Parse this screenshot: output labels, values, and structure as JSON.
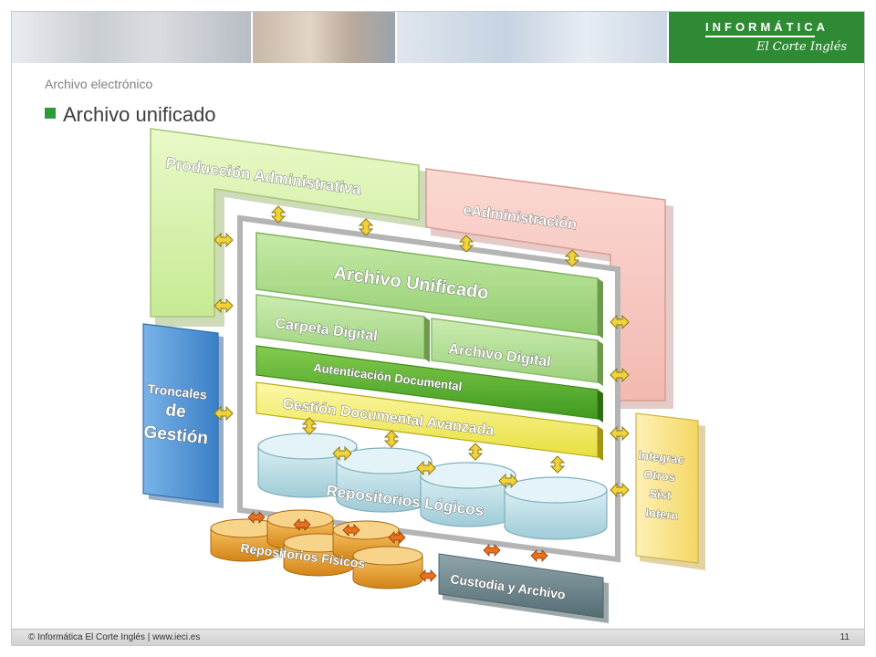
{
  "header": {
    "brand_top": "INFORMÁTICA",
    "brand_bottom": "El Corte Inglés"
  },
  "breadcrumb": "Archivo electrónico",
  "title": "Archivo unificado",
  "diagram": {
    "produccion": "Producción Administrativa",
    "eadmin": "eAdministración",
    "archivo_unificado": "Archivo Unificado",
    "carpeta_digital": "Carpeta Digital",
    "archivo_digital": "Archivo Digital",
    "autenticacion": "Autenticación  Documental",
    "gestion_avanzada": "Gestión Documental Avanzada",
    "repositorios_logicos": "Repositorios  Lógicos",
    "repositorios_fisicos": "Repositorios  Físicos",
    "custodia": "Custodia y Archivo",
    "troncales": [
      "Troncales",
      "de",
      "Gestión"
    ],
    "integrac": [
      "Integrac",
      "Otros",
      "Sist",
      "Intern"
    ]
  },
  "colors": {
    "brand_green": "#2e8b34",
    "light_green": "#d4f1a8",
    "pink": "#f7c8c0",
    "green_block": "#a9d98a",
    "dark_green": "#5cae2e",
    "yellow": "#f4ef6c",
    "blue": "#4f95d6",
    "cylinder": "#b9dde6",
    "orange": "#e79b2a",
    "dark_gray": "#6b858c",
    "light_yellow": "#fbe79a"
  },
  "footer": {
    "copyright": "© Informática El Corte Inglés | www.ieci.es",
    "page": "11"
  }
}
